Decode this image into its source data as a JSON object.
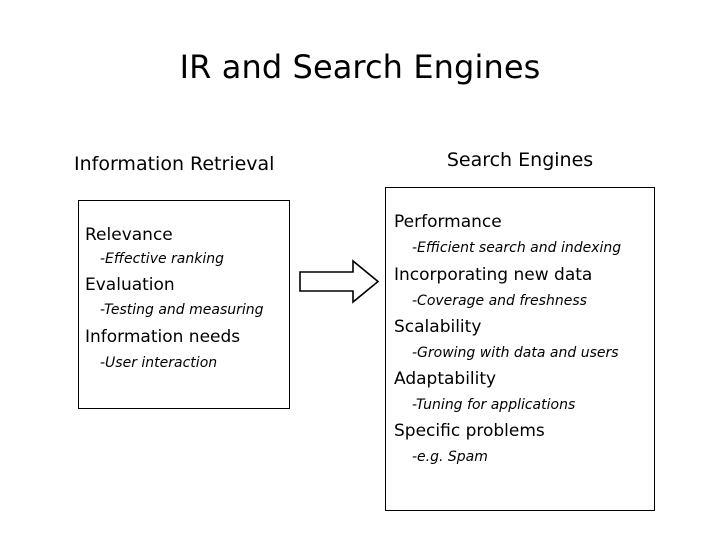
{
  "slide": {
    "title": "IR and Search Engines",
    "background_color": "#ffffff",
    "text_color": "#000000",
    "outline_color": "#000000"
  },
  "left_column": {
    "heading": "Information Retrieval",
    "items": [
      {
        "topic": "Relevance",
        "detail": "-Effective ranking"
      },
      {
        "topic": "Evaluation",
        "detail": "-Testing and measuring"
      },
      {
        "topic": "Information needs",
        "detail": "-User interaction"
      }
    ]
  },
  "right_column": {
    "heading": "Search Engines",
    "items": [
      {
        "topic": "Performance",
        "detail": "-Efficient search and indexing"
      },
      {
        "topic": "Incorporating new data",
        "detail": "-Coverage and freshness"
      },
      {
        "topic": "Scalability",
        "detail": "-Growing with data and users"
      },
      {
        "topic": "Adaptability",
        "detail": "-Tuning for applications"
      },
      {
        "topic": "Specific problems",
        "detail": "-e.g. Spam"
      }
    ]
  },
  "connector": {
    "icon": "right-block-arrow-icon",
    "direction": "right",
    "fill": "#ffffff",
    "stroke": "#000000"
  }
}
